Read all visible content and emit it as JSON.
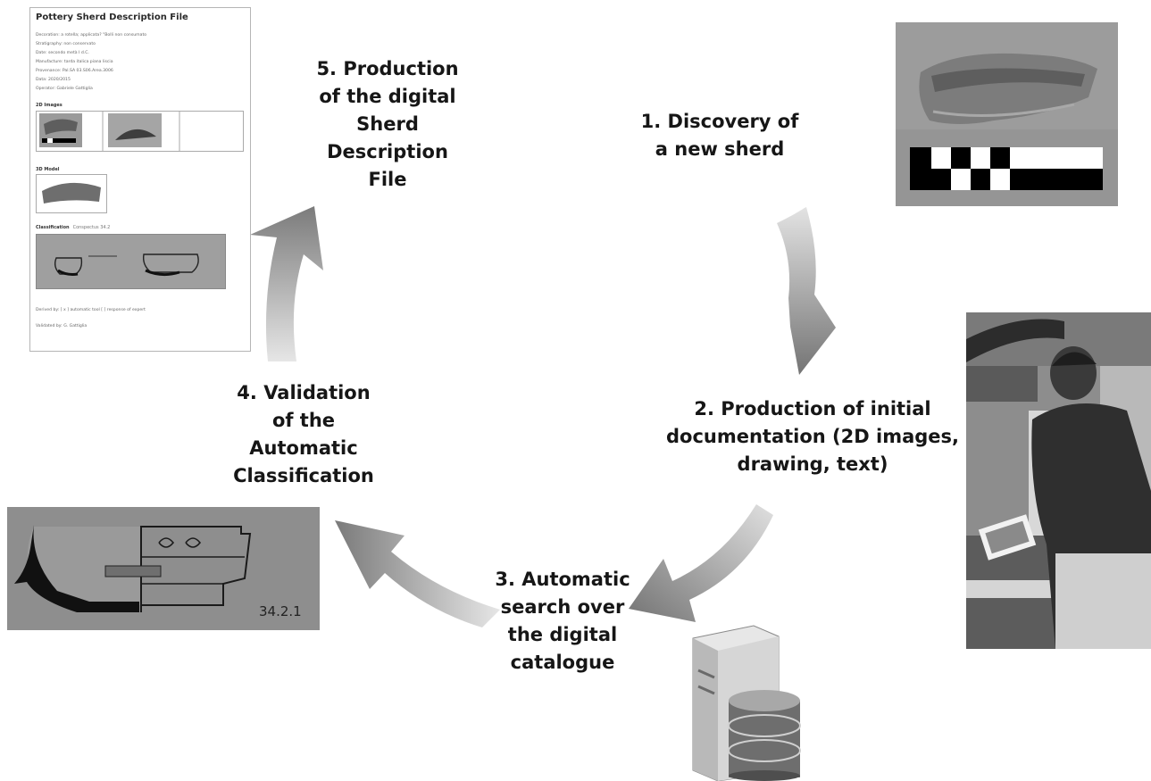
{
  "steps": {
    "step1": {
      "lines": [
        "1. Discovery of",
        "a new sherd"
      ]
    },
    "step2": {
      "lines": [
        "2. Production of initial",
        "documentation (2D images,",
        "drawing, text)"
      ]
    },
    "step3": {
      "lines": [
        "3. Automatic",
        "search over",
        "the digital",
        "catalogue"
      ]
    },
    "step4": {
      "lines": [
        "4. Validation",
        "of the",
        "Automatic",
        "Classification"
      ]
    },
    "step5": {
      "lines": [
        "5. Production",
        "of the digital",
        "Sherd",
        "Description",
        "File"
      ]
    }
  },
  "document": {
    "title": "Pottery Sherd Description File",
    "meta_lines": [
      "Decoration: a rotella; applicata? \"Bolli non consumato",
      "Stratigraphy: non conservato",
      "Date: secondo metà I d.C.",
      "Manufacture: tarda italica piana liscia",
      "Provenance: Pal.SA 03.S06.Area.3006",
      "Data: 2020/2015",
      "Operator: Gabriele Gattiglia"
    ],
    "section_2d": "2D Images",
    "section_3d": "3D Model",
    "section_class": "Classification",
    "class_value": "Conspectus 34.2",
    "derived_by": "Derived by:   [ x ] automatic tool          [   ] response of expert",
    "validated_by": "Validated by: G. Gattiglia"
  },
  "bowl_drawing": {
    "code": "34.2.1"
  },
  "colors": {
    "arrow_light": "#cfcfcf",
    "arrow_dark": "#7a7a7a",
    "label_text": "#161616",
    "server_disk": "#8c7a6b"
  },
  "icons": {
    "server": "server-database-icon",
    "sherd": "pottery-sherd-photo",
    "person": "person-with-tablet-photo",
    "drawing": "bowl-profile-drawing"
  }
}
